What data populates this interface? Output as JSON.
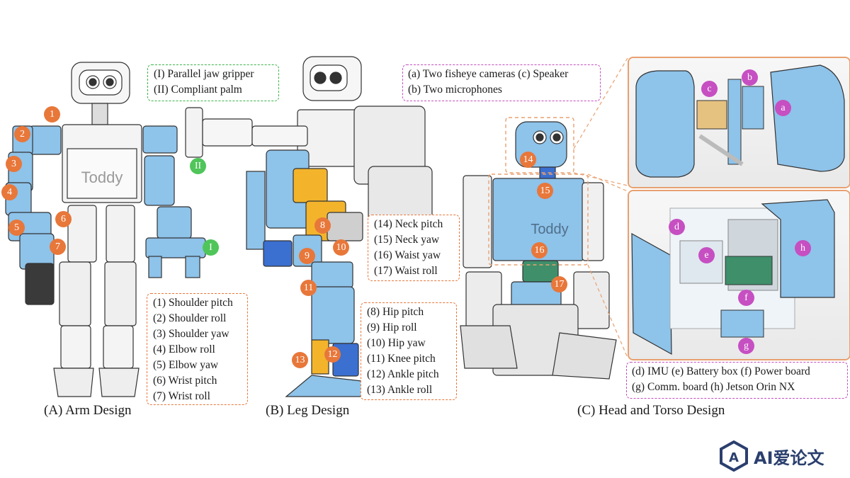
{
  "captions": {
    "arm": "(A) Arm Design",
    "leg": "(B) Leg Design",
    "head": "(C) Head and Torso Design"
  },
  "gripper_box": {
    "line1": "(I)  Parallel jaw gripper",
    "line2": "(II) Compliant palm"
  },
  "arm_joints": [
    "(1) Shoulder pitch",
    "(2) Shoulder roll",
    "(3) Shoulder yaw",
    "(4) Elbow roll",
    "(5) Elbow yaw",
    "(6) Wrist pitch",
    "(7) Wrist roll"
  ],
  "neck_waist_joints": [
    "(14) Neck pitch",
    "(15) Neck yaw",
    "(16) Waist yaw",
    "(17) Waist roll"
  ],
  "leg_joints": [
    "(8)  Hip pitch",
    "(9)  Hip roll",
    "(10) Hip yaw",
    "(11) Knee pitch",
    "(12) Ankle pitch",
    "(13) Ankle roll"
  ],
  "head_box": {
    "line1": "(a) Two fisheye cameras (c) Speaker",
    "line2": "(b) Two microphones"
  },
  "torso_box": {
    "line1": "(d) IMU (e) Battery box (f) Power board",
    "line2": "(g) Comm. board (h) Jetson Orin NX"
  },
  "badges": {
    "arm": [
      "1",
      "2",
      "3",
      "4",
      "5",
      "6",
      "7"
    ],
    "leg": [
      "8",
      "9",
      "10",
      "11",
      "12",
      "13"
    ],
    "torso": [
      "14",
      "15",
      "16",
      "17"
    ],
    "gripper": [
      "I",
      "II"
    ],
    "head_parts": [
      "a",
      "b",
      "c"
    ],
    "torso_parts": [
      "d",
      "e",
      "f",
      "g",
      "h"
    ]
  },
  "robot_label": "Toddy",
  "watermark": "AI爱论文",
  "colors": {
    "blue": "#8ec3ea",
    "orange_badge": "#e8773a",
    "green": "#3db34a",
    "pink": "#c34fc0",
    "yellow": "#f3b42c"
  }
}
